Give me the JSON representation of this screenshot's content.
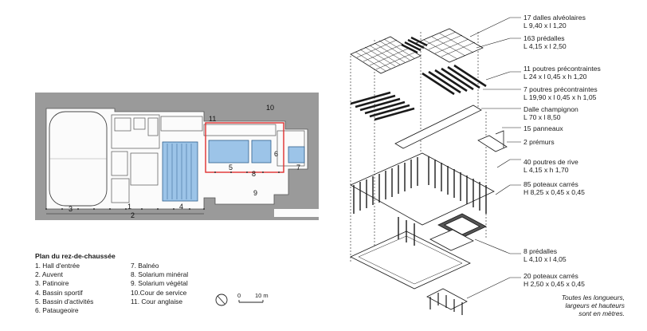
{
  "plan": {
    "numbers": [
      "1",
      "2",
      "3",
      "4",
      "5",
      "6",
      "7",
      "8",
      "9",
      "10",
      "11"
    ]
  },
  "legend": {
    "title": "Plan du rez-de-chaussée",
    "col1": [
      "1.  Hall d'entrée",
      "2.  Auvent",
      "3.  Patinoire",
      "4.  Bassin sportif",
      "5.  Bassin d'activités",
      "6.  Pataugeoire"
    ],
    "col2": [
      "7.  Balnéo",
      "8.  Solarium minéral",
      "9.  Solarium végétal",
      "10.Cour de service",
      "11. Cour anglaise"
    ],
    "scale_zero": "0",
    "scale_ten": "10 m"
  },
  "annotations": [
    {
      "l1": "17 dalles alvéolaires",
      "l2": "L 9,40 x l 1,20"
    },
    {
      "l1": "163 prédalles",
      "l2": "L 4,15 x l 2,50"
    },
    {
      "l1": "11 poutres précontraintes",
      "l2": "L 24 x l 0,45 x h 1,20"
    },
    {
      "l1": "7 poutres précontraintes",
      "l2": "L 19,90 x l 0,45 x h 1,05"
    },
    {
      "l1": "Dalle champignon",
      "l2": "L 70 x l 8,50"
    },
    {
      "l1": "15 panneaux",
      "l2": ""
    },
    {
      "l1": "2 prémurs",
      "l2": ""
    },
    {
      "l1": "40 poutres de rive",
      "l2": "L 4,15 x h 1,70"
    },
    {
      "l1": "85 poteaux carrés",
      "l2": "H 8,25 x 0,45 x 0,45"
    },
    {
      "l1": "8 prédalles",
      "l2": "L 4,10 x l 4,05"
    },
    {
      "l1": "20 poteaux carrés",
      "l2": "H 2,50 x 0,45 x 0,45"
    }
  ],
  "note": [
    "Toutes les longueurs,",
    "largeurs et hauteurs",
    "sont en mètres."
  ],
  "colors": {
    "plan_bg": "#9a9a9a",
    "highlight": "#e03030",
    "pool": "#9cc4e8",
    "leader": "#1a1a1a"
  }
}
